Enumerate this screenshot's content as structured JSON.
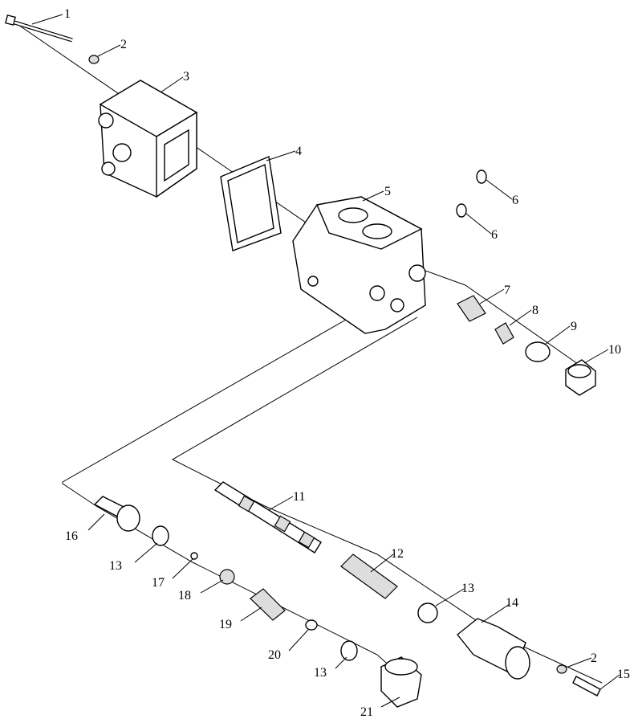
{
  "diagram": {
    "callouts": [
      {
        "id": "c1",
        "label": "1"
      },
      {
        "id": "c2a",
        "label": "2"
      },
      {
        "id": "c3",
        "label": "3"
      },
      {
        "id": "c4",
        "label": "4"
      },
      {
        "id": "c5",
        "label": "5"
      },
      {
        "id": "c6a",
        "label": "6"
      },
      {
        "id": "c6b",
        "label": "6"
      },
      {
        "id": "c7",
        "label": "7"
      },
      {
        "id": "c8",
        "label": "8"
      },
      {
        "id": "c9",
        "label": "9"
      },
      {
        "id": "c10",
        "label": "10"
      },
      {
        "id": "c11",
        "label": "11"
      },
      {
        "id": "c12",
        "label": "12"
      },
      {
        "id": "c13a",
        "label": "13"
      },
      {
        "id": "c13b",
        "label": "13"
      },
      {
        "id": "c13c",
        "label": "13"
      },
      {
        "id": "c14",
        "label": "14"
      },
      {
        "id": "c2b",
        "label": "2"
      },
      {
        "id": "c15",
        "label": "15"
      },
      {
        "id": "c16",
        "label": "16"
      },
      {
        "id": "c17",
        "label": "17"
      },
      {
        "id": "c18",
        "label": "18"
      },
      {
        "id": "c19",
        "label": "19"
      },
      {
        "id": "c20",
        "label": "20"
      },
      {
        "id": "c21",
        "label": "21"
      }
    ]
  }
}
